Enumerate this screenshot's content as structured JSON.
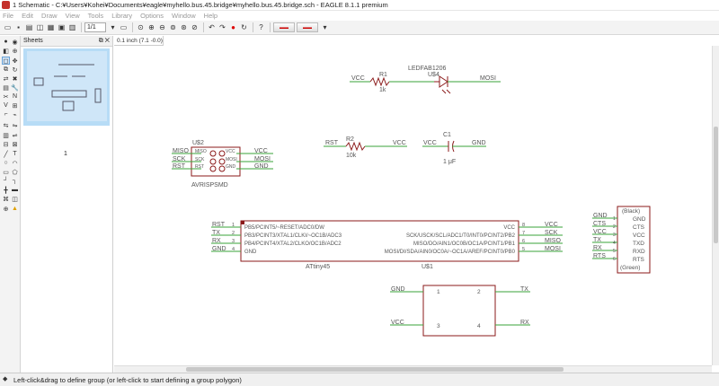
{
  "window": {
    "title": "1 Schematic - C:¥Users¥Kohei¥Documents¥eagle¥myhello.bus.45.bridge¥myhello.bus.45.bridge.sch - EAGLE 8.1.1 premium"
  },
  "menu": [
    "File",
    "Edit",
    "Draw",
    "View",
    "Tools",
    "Library",
    "Options",
    "Window",
    "Help"
  ],
  "toolbar": {
    "sheet_value": "1/1"
  },
  "sheets_panel": {
    "title": "Sheets",
    "sheet_number": "1"
  },
  "coordinate_readout": "0.1 inch (7.1 -0.0)",
  "status": {
    "message": "Left-click&drag to define group (or left-click to start defining a group polygon)"
  },
  "schematic": {
    "r1": {
      "name": "R1",
      "value": "1k",
      "left_net": "VCC"
    },
    "led": {
      "name": "LEDFAB1206",
      "ref": "U$4",
      "net": "MOSI"
    },
    "r2": {
      "name": "R2",
      "value": "10k",
      "left_net": "RST",
      "right_net": "VCC"
    },
    "c1": {
      "name": "C1",
      "value": "1 μF",
      "left_net": "VCC",
      "right_net": "GND"
    },
    "isp": {
      "ref": "U$2",
      "name": "AVRISPSMD",
      "nets_left": [
        "MISO",
        "SCK",
        "RST"
      ],
      "pins_left": [
        "MISO",
        "SCK",
        "RST"
      ],
      "pins_right": [
        "VCC",
        "MOSI",
        "GND"
      ],
      "nets_right": [
        "VCC",
        "MOSI",
        "GND"
      ]
    },
    "attiny": {
      "name": "ATtiny45",
      "ref": "U$1",
      "left_nets": [
        "RST",
        "TX",
        "RX",
        "GND"
      ],
      "left_nums": [
        "1",
        "2",
        "3",
        "4"
      ],
      "left_pins": [
        "PB5/PCINT5/~RESET/ADC0/DW",
        "PB3/PCINT3/XTAL1/CLKI/~OC1B/ADC3",
        "PB4/PCINT4/XTAL2/CLKO/OC1B/ADC2",
        "GND"
      ],
      "right_pins": [
        "VCC",
        "SCK/USCK/SCL/ADC1/T0/INT0/PCINT2/PB2",
        "MISO/DO/AIN1/OC0B/OC1A/PCINT1/PB1",
        "MOSI/DI/SDA/AIN0/OC0A/~OC1A/AREF/PCINT0/PB0"
      ],
      "right_nums": [
        "8",
        "7",
        "6",
        "5"
      ],
      "right_nets": [
        "VCC",
        "SCK",
        "MISO",
        "MOSI"
      ]
    },
    "ftdi": {
      "top_label": "(Black)",
      "bottom_label": "(Green)",
      "nets": [
        "GND",
        "CTS",
        "VCC",
        "TX",
        "RX",
        "RTS"
      ],
      "nums": [
        "1",
        "2",
        "3",
        "4",
        "5",
        "6"
      ],
      "pins": [
        "GND",
        "CTS",
        "VCC",
        "TXD",
        "RXD",
        "RTS"
      ]
    },
    "bridge": {
      "nets_left": [
        "GND",
        "VCC"
      ],
      "nums": [
        "1",
        "2",
        "3",
        "4"
      ],
      "nets_right": [
        "TX",
        "RX"
      ]
    }
  },
  "colors": {
    "wire": "#3aa33a",
    "part": "#8b1a1a",
    "label": "#555555",
    "thumb": "#b7dcf6"
  }
}
